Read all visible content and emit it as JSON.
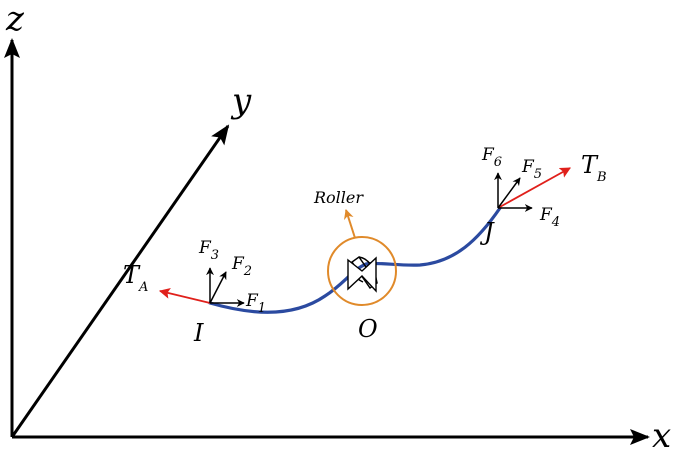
{
  "axes": {
    "z": "z",
    "y": "y",
    "x": "x"
  },
  "points": {
    "I": "I",
    "O": "O",
    "J": "J"
  },
  "tensions": {
    "A": {
      "main": "T",
      "sub": "A"
    },
    "B": {
      "main": "T",
      "sub": "B"
    }
  },
  "forces": [
    {
      "main": "F",
      "sub": "1"
    },
    {
      "main": "F",
      "sub": "2"
    },
    {
      "main": "F",
      "sub": "3"
    },
    {
      "main": "F",
      "sub": "4"
    },
    {
      "main": "F",
      "sub": "5"
    },
    {
      "main": "F",
      "sub": "6"
    }
  ],
  "roller_label": "Roller",
  "colors": {
    "axis": "#000000",
    "cable": "#2b4aa0",
    "tension": "#e0201b",
    "roller": "#e08a2a",
    "force": "#000000"
  }
}
